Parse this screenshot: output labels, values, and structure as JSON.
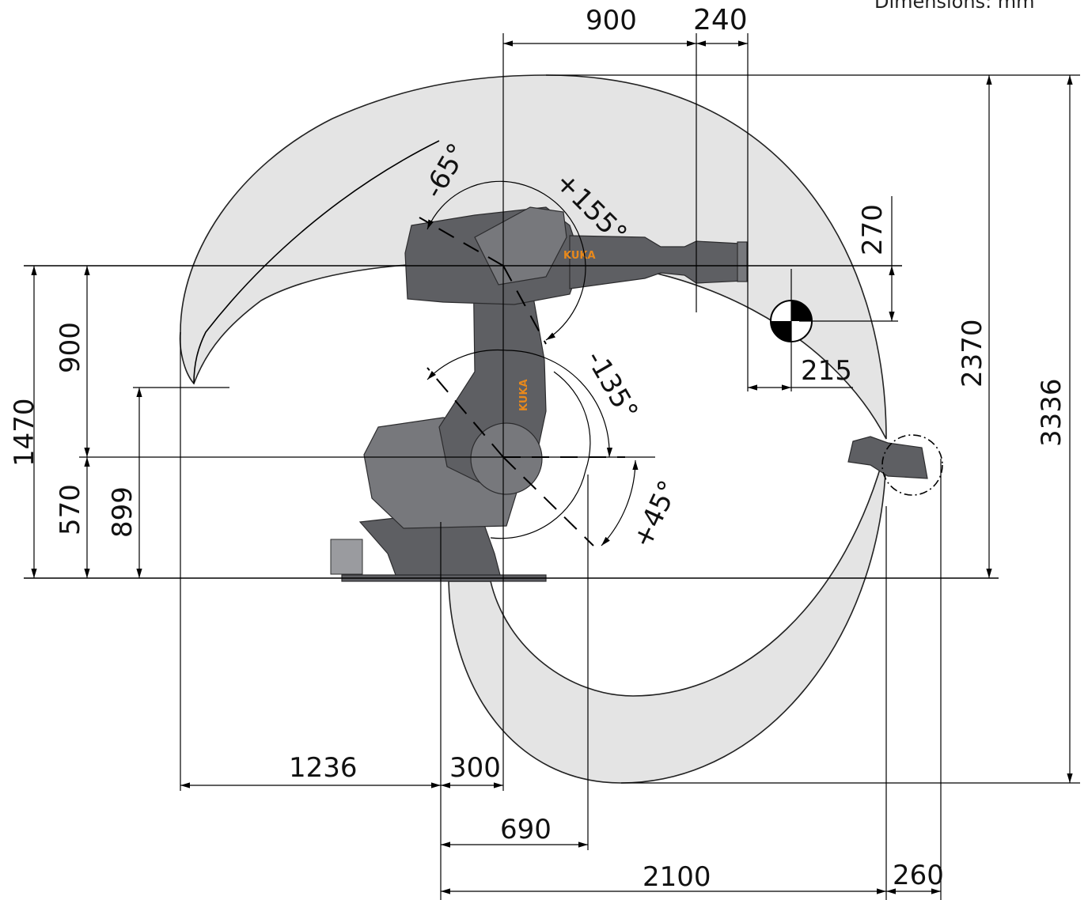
{
  "units_label": "Dimensions: mm",
  "brand": "KUKA",
  "dimensions": {
    "top_arm_offset": "900",
    "top_flange_offset": "240",
    "wrist_offset": "270",
    "tcp_offset": "215",
    "envelope_height_upper": "2370",
    "envelope_height_total": "3336",
    "base_to_axis3_total": "1470",
    "axis2_to_axis3": "900",
    "base_to_axis2": "570",
    "rear_reach_height": "899",
    "rear_reach": "1236",
    "axis1_to_base_rear": "300",
    "axis2_front_offset": "690",
    "max_reach": "2100",
    "flange_extra": "260"
  },
  "angles": {
    "axis3_neg": "-65°",
    "axis3_pos": "+155°",
    "axis2_neg": "-135°",
    "axis2_pos": "+45°"
  }
}
